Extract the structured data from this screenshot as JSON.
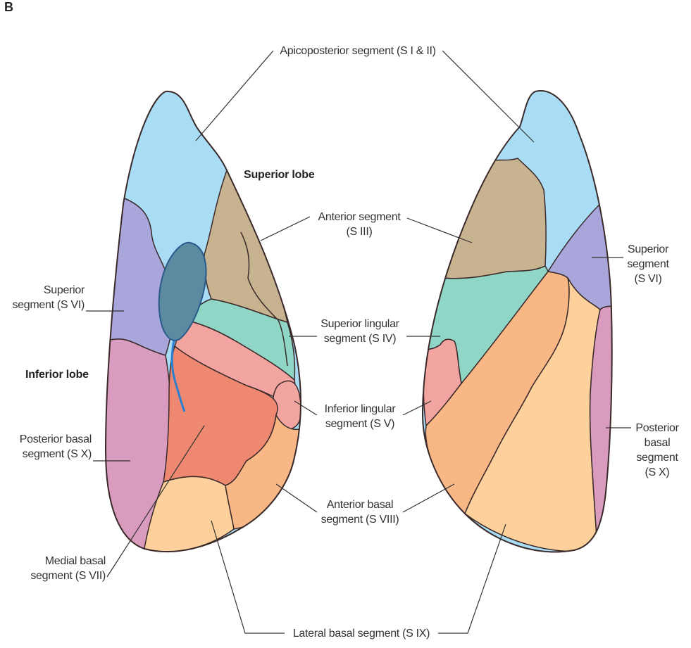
{
  "panel_letter": "B",
  "headings": {
    "superior_lobe": "Superior lobe",
    "inferior_lobe": "Inferior lobe"
  },
  "labels": {
    "apicoposterior": [
      "Apicoposterior segment (S I & II)"
    ],
    "anterior": [
      "Anterior segment",
      "(S III)"
    ],
    "superior_lingular": [
      "Superior lingular",
      "segment (S IV)"
    ],
    "inferior_lingular": [
      "Inferior lingular",
      "segment (S V)"
    ],
    "anterior_basal": [
      "Anterior basal",
      "segment (S VIII)"
    ],
    "lateral_basal": [
      "Lateral basal segment (S IX)"
    ],
    "superior_left": [
      "Superior",
      "segment (S VI)"
    ],
    "posterior_basal_left": [
      "Posterior basal",
      "segment (S X)"
    ],
    "medial_basal": [
      "Medial basal",
      "segment (S VII)"
    ],
    "superior_right": [
      "Superior",
      "segment",
      "(S VI)"
    ],
    "posterior_basal_right": [
      "Posterior",
      "basal",
      "segment",
      "(S X)"
    ]
  },
  "colors": {
    "apicoposterior": "#a9dcf5",
    "anterior": "#c8b391",
    "superior_lingular": "#8fd6c6",
    "inferior_lingular": "#f2a4a1",
    "superior": "#a9a6dc",
    "posterior_basal": "#d99cbf",
    "anterior_basal": "#f9b786",
    "lateral_basal": "#fdd09c",
    "medial_basal": "#ee8870",
    "hilum": "#5b8aa1",
    "outline": "#3a2a2a"
  }
}
